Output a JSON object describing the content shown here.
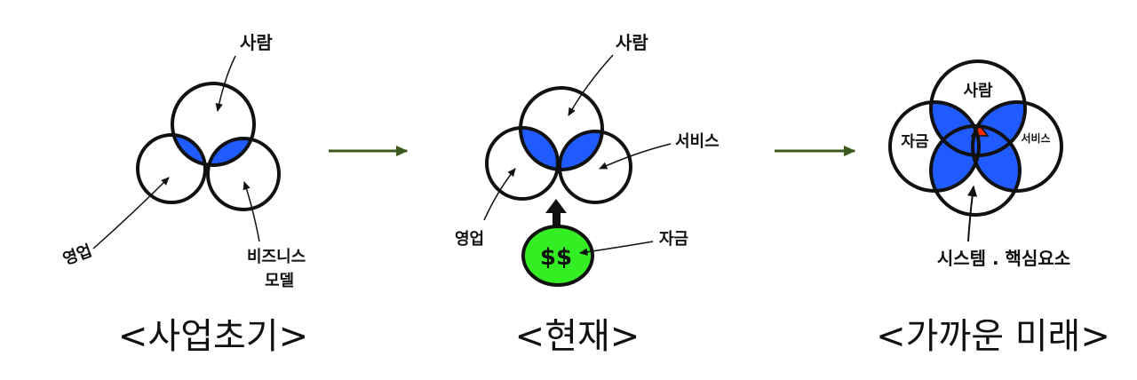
{
  "colors": {
    "overlap": "#1f5bff",
    "center": "#ff2a00",
    "money": "#33ee22",
    "arrow": "#3d5a1e",
    "ink": "#111111"
  },
  "stages": [
    {
      "caption": "<사업초기>",
      "labels": {
        "people": "사람",
        "sales": "영업",
        "bizmodel_line1": "비즈니스",
        "bizmodel_line2": "모델"
      }
    },
    {
      "caption": "<현재>",
      "labels": {
        "people": "사람",
        "service": "서비스",
        "sales": "영업",
        "funding": "자금",
        "money_symbol": "$$"
      }
    },
    {
      "caption": "<가까운 미래>",
      "labels": {
        "people": "사람",
        "funding": "자금",
        "service": "서비스",
        "core": "시스템 . 핵심요소"
      }
    }
  ]
}
